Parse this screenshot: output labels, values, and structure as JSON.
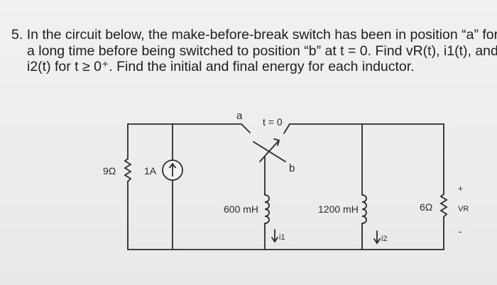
{
  "problem": {
    "number": "5.",
    "line1": "In the circuit below, the make-before-break switch has been in position “a” for",
    "line2": "a long time before being switched to position “b” at t = 0. Find  vR(t), i1(t), and",
    "line3": "i2(t) for t ≥ 0⁺.  Find the initial and final energy for each inductor."
  },
  "circuit": {
    "switch_a_label": "a",
    "switch_time_label": "t = 0",
    "switch_b_label": "b",
    "resistor_9_label": "9Ω",
    "source_label": "1A",
    "inductor1_label": "600 mH",
    "inductor2_label": "1200 mH",
    "resistor_6_label": "6Ω",
    "plus_label": "+",
    "minus_label": "-",
    "vr_label": "VR",
    "i1_label": "i1",
    "i2_label": "i2",
    "icons": {
      "current_source": "current-source-up-arrow-icon",
      "switch": "switch-x-icon",
      "current_arrow": "down-arrow-icon"
    }
  }
}
